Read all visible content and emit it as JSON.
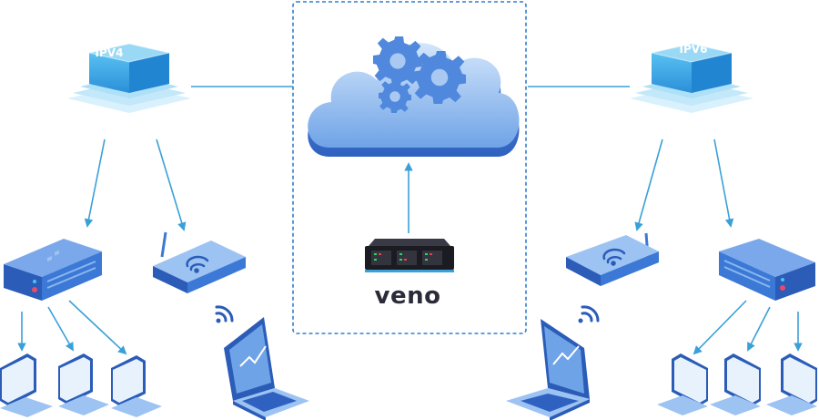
{
  "diagram": {
    "left_node": {
      "label": "IPV4"
    },
    "right_node": {
      "label": "IPV6"
    },
    "center": {
      "brand": "veno"
    }
  },
  "colors": {
    "line": "#3aa0d8",
    "cube_top": "#8fd3f6",
    "cube_left": "#2f9ee0",
    "cube_right": "#1f7fc8",
    "device_body": "#3c79d6",
    "device_dark": "#2a5cb8",
    "cloud_light": "#b9d6f7",
    "cloud_mid": "#6da2e6",
    "cloud_dark": "#3f74cf",
    "server": "#1b1b22"
  }
}
